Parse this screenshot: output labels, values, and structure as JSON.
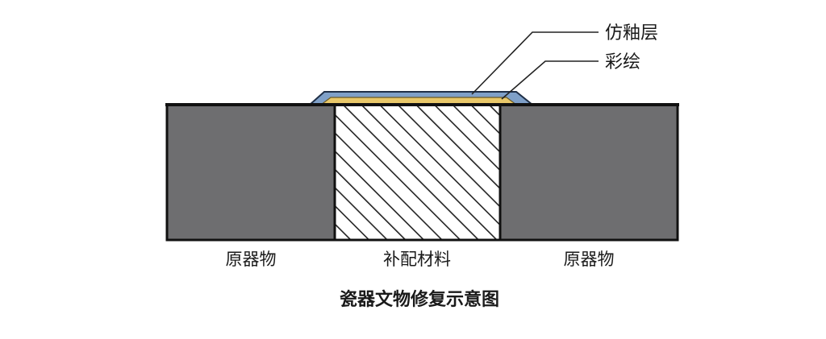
{
  "diagram": {
    "caption": "瓷器文物修复示意图",
    "callouts": {
      "glaze_layer": "仿釉层",
      "paint_layer": "彩绘"
    },
    "parts": {
      "left_original": "原器物",
      "filler": "补配材料",
      "right_original": "原器物"
    },
    "colors": {
      "original_fill": "#6e6e70",
      "outline": "#111111",
      "glaze_layer": "#7fa0c8",
      "paint_layer": "#e9c86a",
      "hatch": "#222222"
    }
  }
}
